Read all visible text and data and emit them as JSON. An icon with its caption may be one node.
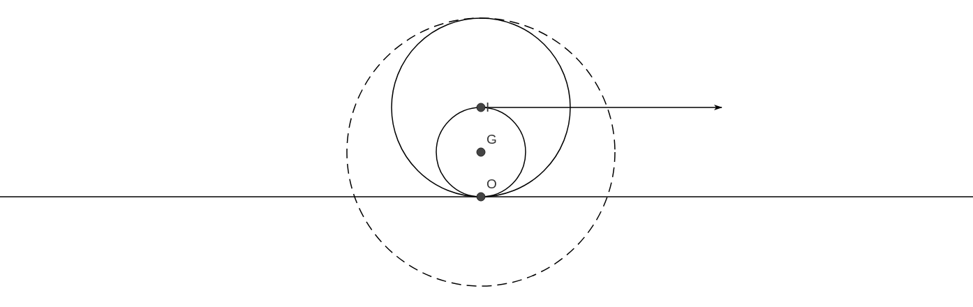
{
  "diagram": {
    "labels": [
      "I",
      "G",
      "O"
    ]
  }
}
